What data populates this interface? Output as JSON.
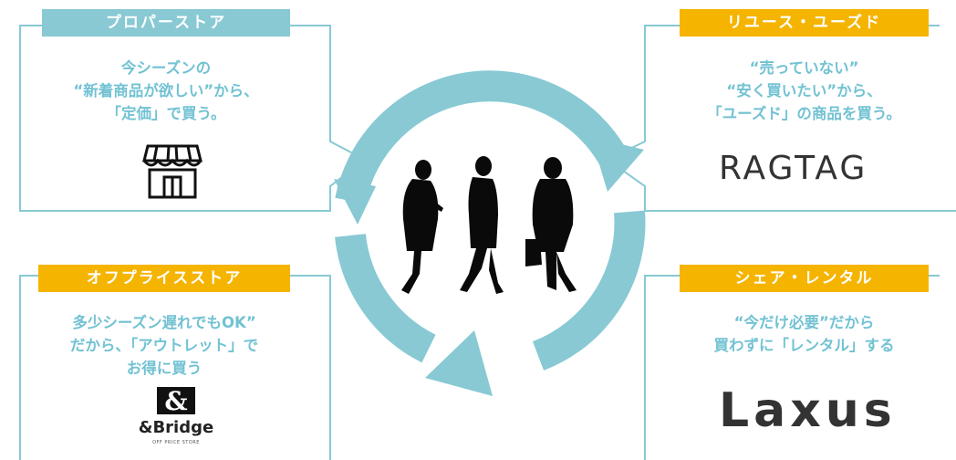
{
  "center": {
    "label": ""
  },
  "panels": {
    "top_left": {
      "label": "プロパーストア",
      "lines": [
        "今シーズンの",
        "“新着商品が欲しい”から、",
        "「定価」で買う。"
      ],
      "icon": "storefront-icon"
    },
    "top_right": {
      "label": "リユース・ユーズド",
      "lines": [
        "“売っていない”",
        "“安く買いたい”から、",
        "「ユーズド」の商品を買う。"
      ],
      "logo": "RAGTAG"
    },
    "bottom_left": {
      "label": "オフプライスストア",
      "lines": [
        "多少シーズン遅れでもOK”",
        "だから、「アウトレット」で",
        "お得に買う"
      ],
      "logo": "&Bridge",
      "logo_sub": "OFF PRICE STORE"
    },
    "bottom_right": {
      "label": "シェア・レンタル",
      "lines": [
        "“今だけ必要”だから",
        "買わずに「レンタル」する"
      ],
      "logo": "Laxus"
    }
  },
  "colors": {
    "blue": "#88c9d4",
    "yellow": "#f5b400",
    "text_blue": "#72c2d3"
  }
}
